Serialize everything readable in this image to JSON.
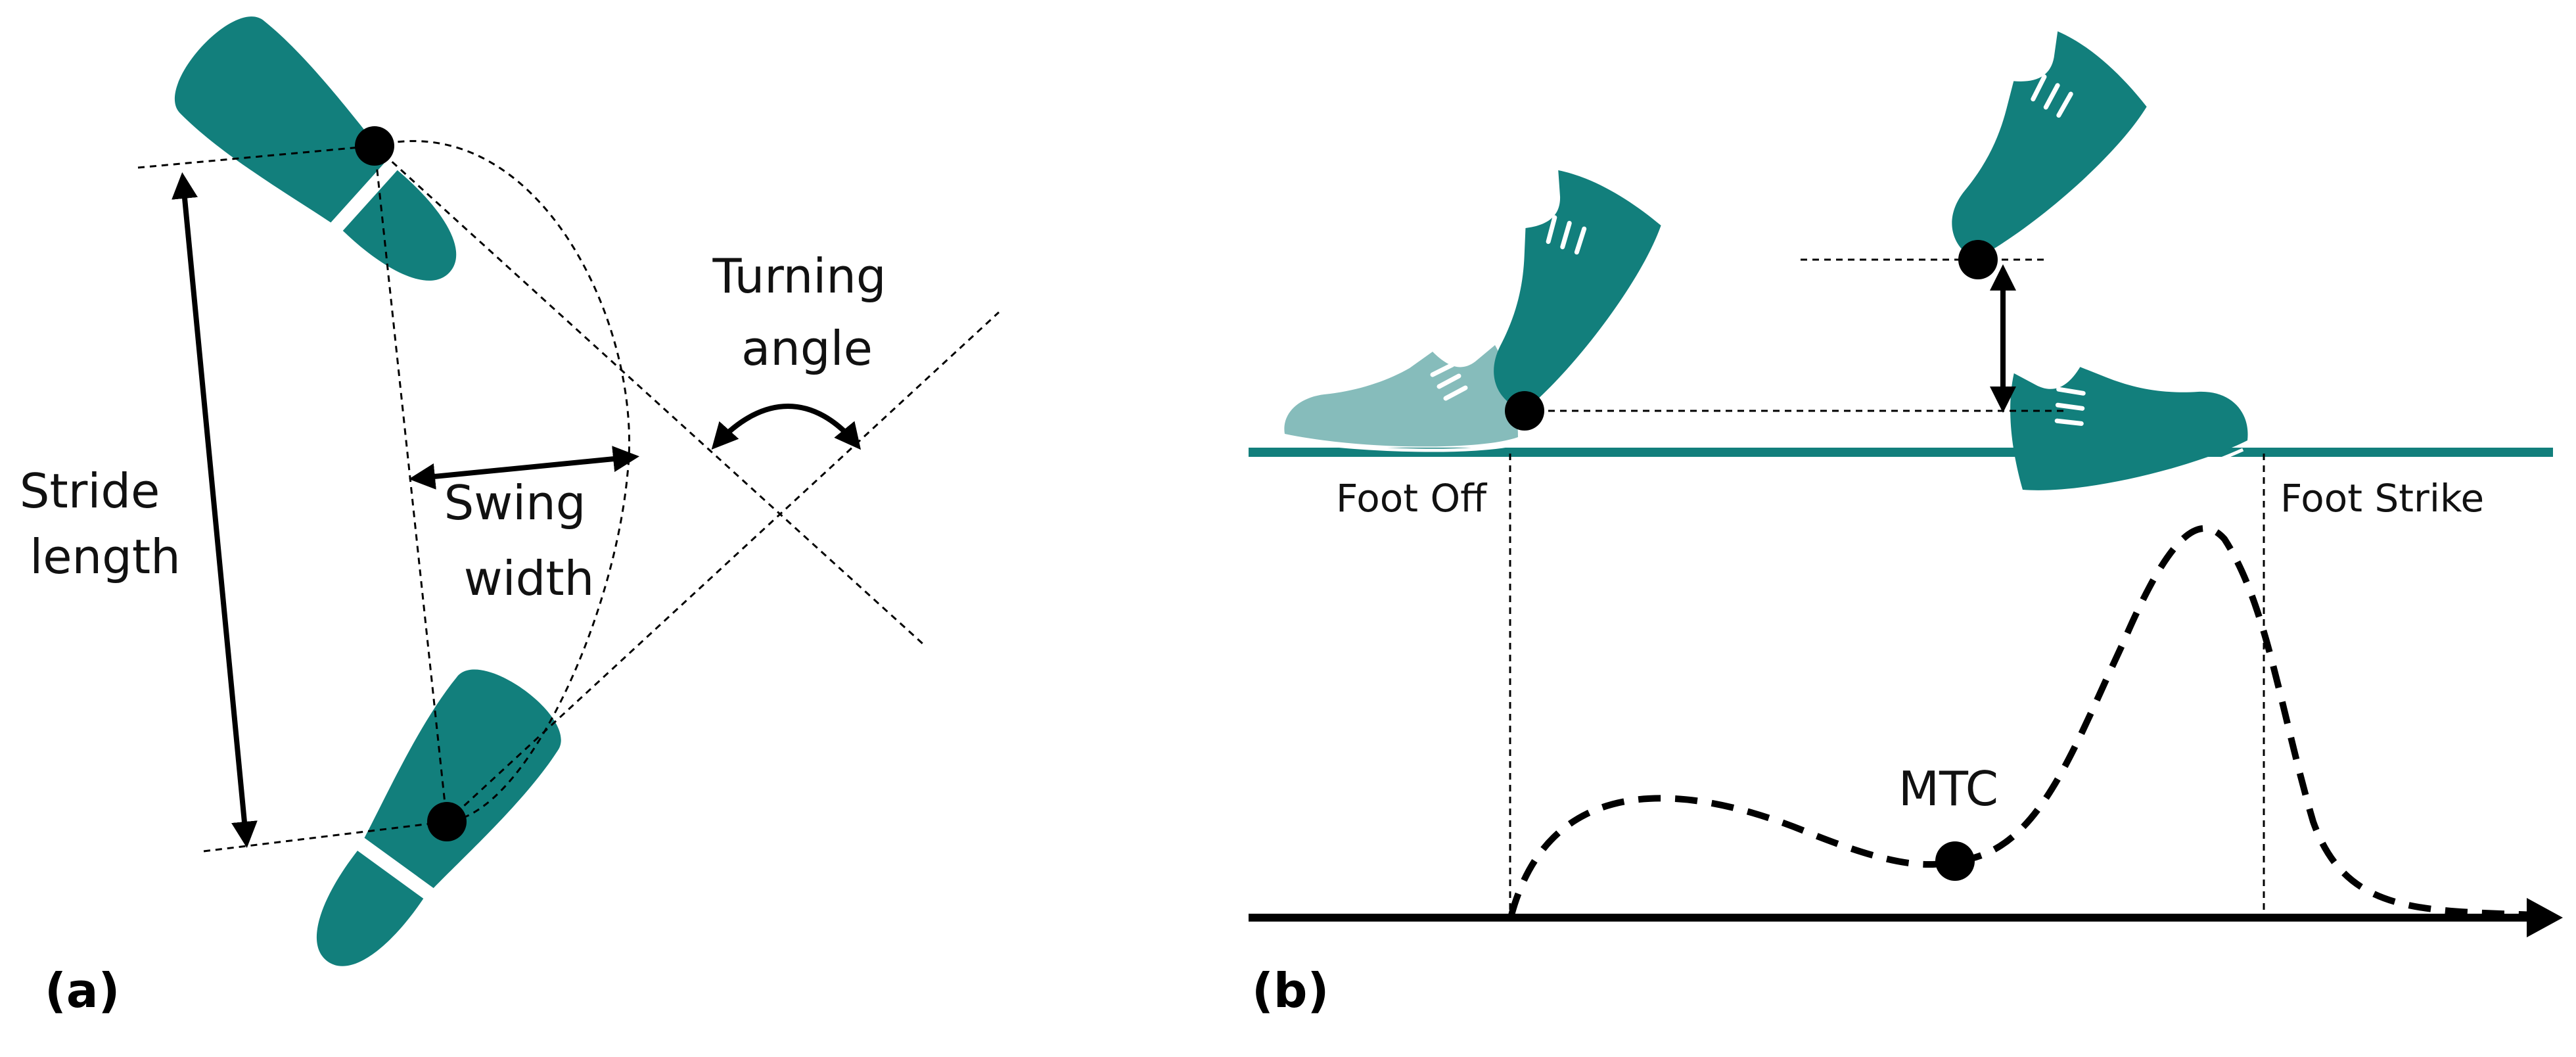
{
  "colors": {
    "teal": "#127f7c",
    "teal_light": "#86bcbb",
    "ink": "#000000"
  },
  "panel_a": {
    "label": "(a)",
    "stride_length": [
      "Stride",
      "length"
    ],
    "swing_width": [
      "Swing",
      "width"
    ],
    "turning_angle": [
      "Turning",
      "angle"
    ]
  },
  "panel_b": {
    "label": "(b)",
    "foot_off": "Foot Off",
    "foot_strike": "Foot Strike",
    "mtc": "MTC"
  },
  "icons": [
    "footprint-icon",
    "shoe-icon"
  ]
}
